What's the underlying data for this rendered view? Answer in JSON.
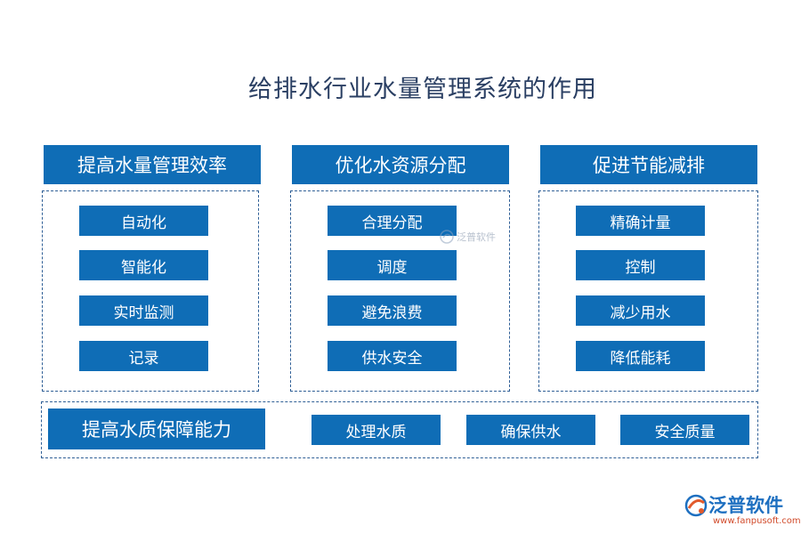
{
  "title": "给排水行业水量管理系统的作用",
  "columns": [
    {
      "header": "提高水量管理效率",
      "items": [
        "自动化",
        "智能化",
        "实时监测",
        "记录"
      ]
    },
    {
      "header": "优化水资源分配",
      "items": [
        "合理分配",
        "调度",
        "避免浪费",
        "供水安全"
      ]
    },
    {
      "header": "促进节能减排",
      "items": [
        "精确计量",
        "控制",
        "减少用水",
        "降低能耗"
      ]
    }
  ],
  "bottom": {
    "header": "提高水质保障能力",
    "items": [
      "处理水质",
      "确保供水",
      "安全质量"
    ]
  },
  "watermark": {
    "text": "泛普软件"
  },
  "logo": {
    "brand": "泛普软件",
    "url": "www.fanpusoft.com",
    "icon": "fanpu-logo-icon"
  }
}
